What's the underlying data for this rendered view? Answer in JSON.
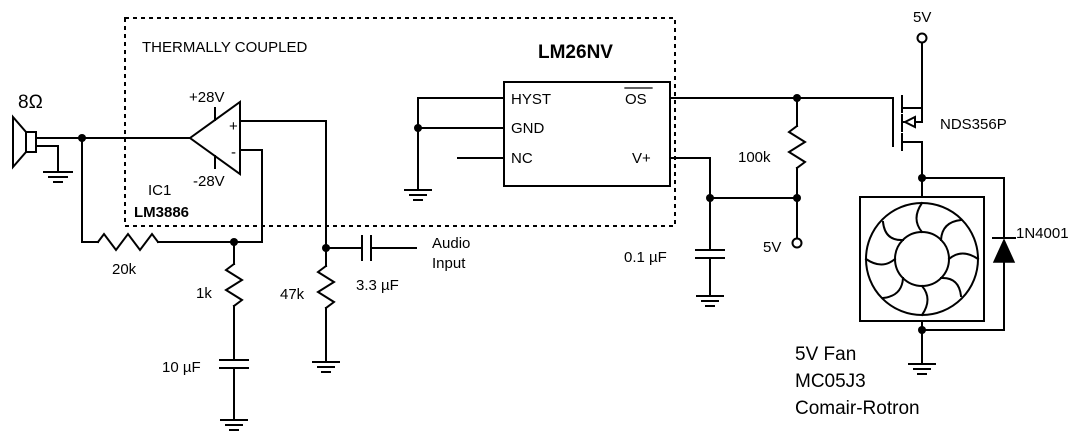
{
  "diagram": {
    "region_label": "THERMALLY COUPLED",
    "sensor": {
      "name": "LM26NV",
      "pins": {
        "hyst": "HYST",
        "gnd": "GND",
        "nc": "NC",
        "os": "OS",
        "vplus": "V+"
      }
    },
    "amplifier": {
      "supply_pos": "+28V",
      "supply_neg": "-28V",
      "ref": "IC1",
      "part": "LM3886",
      "in_plus": "+",
      "in_minus": "-"
    },
    "speaker_label": "8Ω",
    "resistors": {
      "feedback": "20k",
      "gain": "1k",
      "input": "47k",
      "pullup": "100k"
    },
    "capacitors": {
      "gain": "10 µF",
      "input": "3.3 µF",
      "bypass": "0.1 µF"
    },
    "audio_input": [
      "Audio",
      "Input"
    ],
    "supply_top": "5V",
    "supply_mid": "5V",
    "mosfet": "NDS356P",
    "diode": "1N4001",
    "fan": [
      "5V Fan",
      "MC05J3",
      "Comair-Rotron"
    ]
  }
}
